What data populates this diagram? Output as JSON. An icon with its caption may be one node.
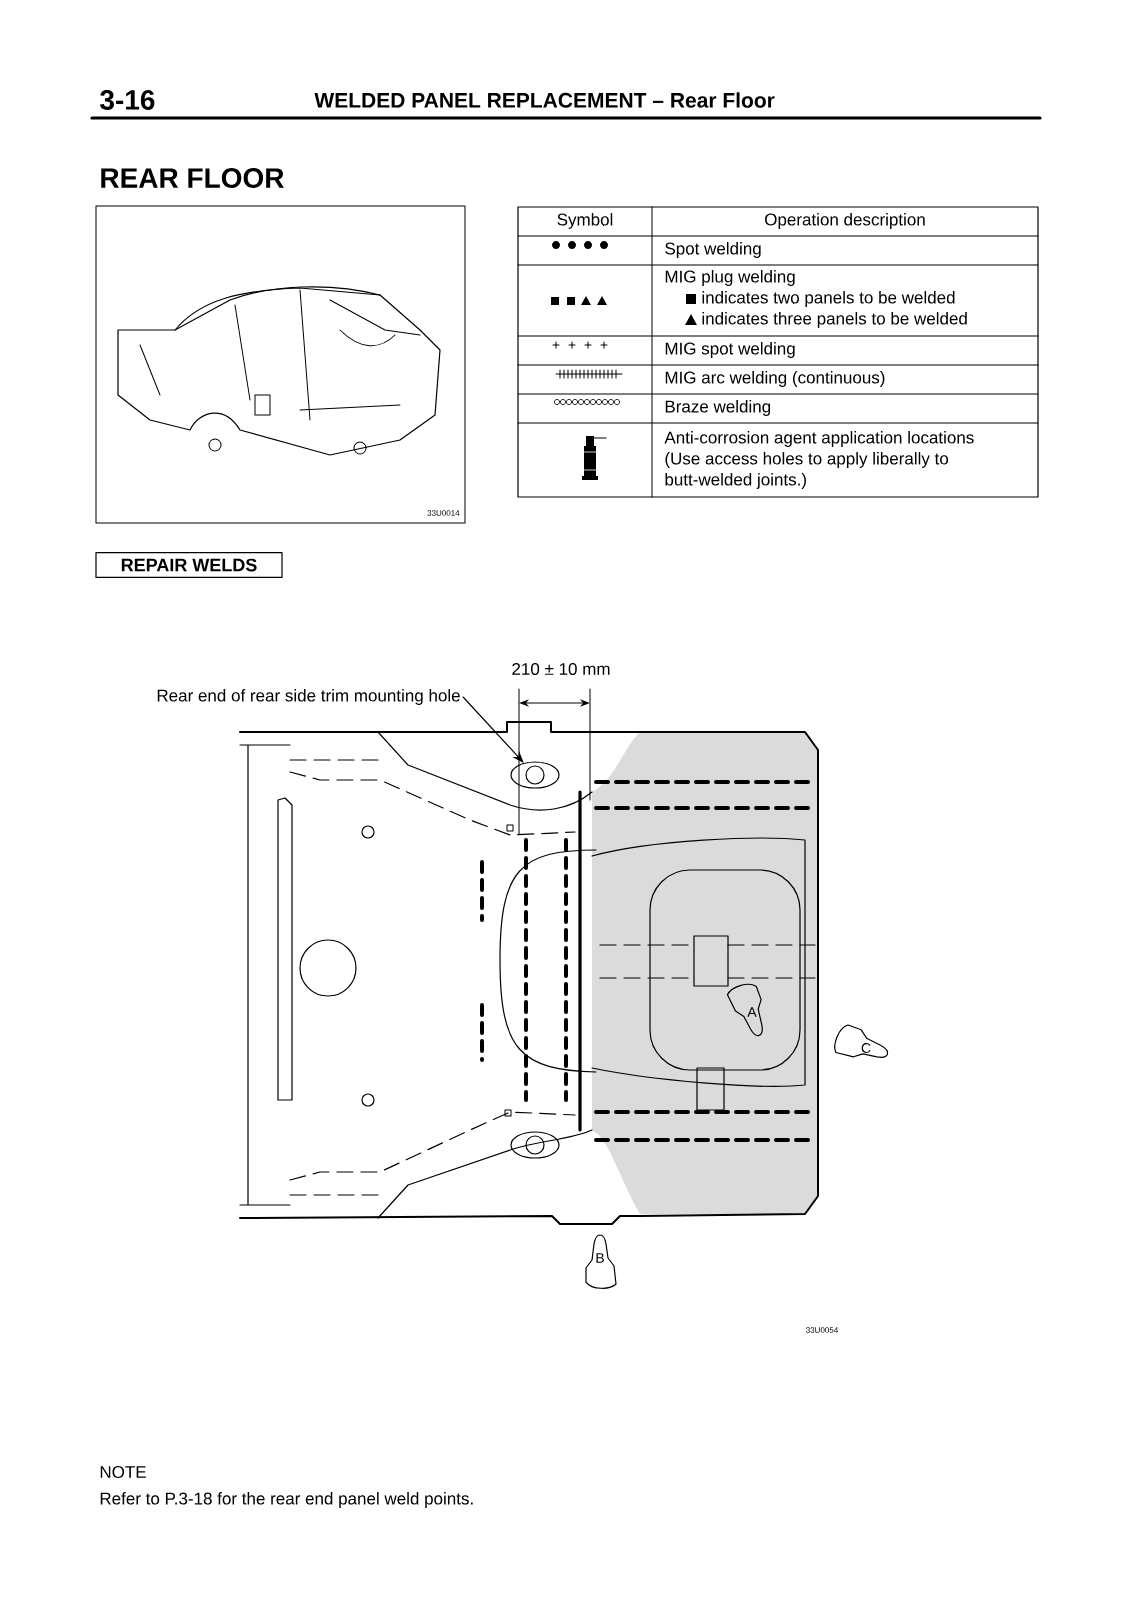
{
  "diagram": {
    "title": "REAR FLOOR",
    "nodes": [
      {
        "text": [
          "Rear end of rear side trim mounting hole"
        ]
      },
      {
        "text": [],
        "shape": "circle"
      }
    ],
    "edges": [
      {
        "from": 0,
        "to": 1,
        "arrow": "to"
      }
    ],
    "labels": [
      "3-16",
      "WELDED PANEL REPLACEMENT – Rear Floor",
      "33U0014",
      "Symbol",
      "Operation description",
      "Spot welding",
      "MIG plug welding",
      "indicates two panels to be welded",
      "indicates three panels to be welded",
      "MIG spot welding",
      "MIG arc welding (continuous)",
      "Braze welding",
      "Anti-corrosion agent application locations (Use access holes to apply liberally to butt-welded joints.)",
      "REPAIR WELDS",
      "210 ± 10 mm",
      "A",
      "C",
      "B",
      "33U0054",
      "NOTE",
      "Refer to P.3-18 for the rear end panel weld points."
    ]
  }
}
